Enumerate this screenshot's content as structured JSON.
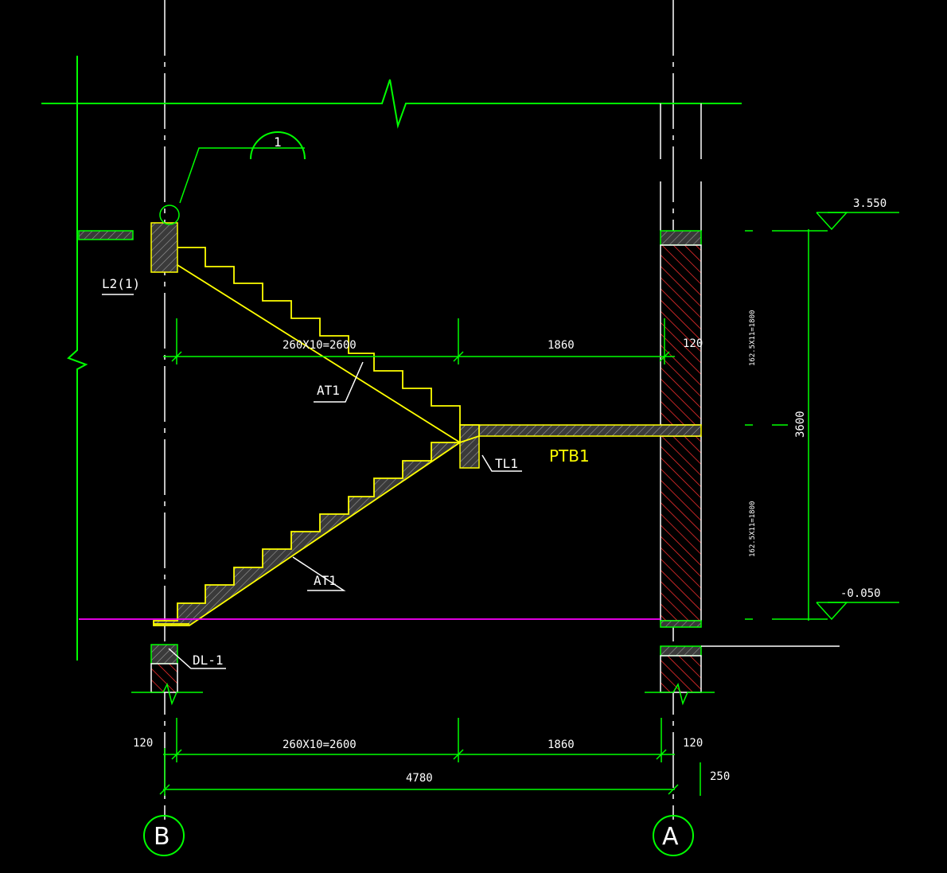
{
  "drawing": {
    "detail_callout": "1",
    "labels": {
      "beam_left": "L2(1)",
      "flight_upper": "AT1",
      "flight_lower": "AT1",
      "landing_beam": "TL1",
      "landing_slab": "PTB1",
      "ground_beam": "DL-1"
    },
    "elevations": {
      "top": "3.550",
      "bottom": "-0.050"
    },
    "dimensions": {
      "upper_run": "260X10=2600",
      "upper_landing": "1860",
      "upper_wall": "120",
      "lower_left": "120",
      "lower_run": "260X10=2600",
      "lower_landing": "1860",
      "lower_wall": "120",
      "total_span": "4780",
      "offset": "250",
      "height": "3600",
      "riser_upper": "162.5X11=1800",
      "riser_lower": "162.5X11=1800"
    },
    "axes": {
      "left": "B",
      "right": "A"
    },
    "colors": {
      "background": "#000000",
      "lines": "#00ff00",
      "stair": "#ffff00",
      "text": "#ffffff",
      "wall_hatch": "#ff3030",
      "floor_line": "#ff00ff",
      "grid_line": "#ffffff"
    }
  }
}
